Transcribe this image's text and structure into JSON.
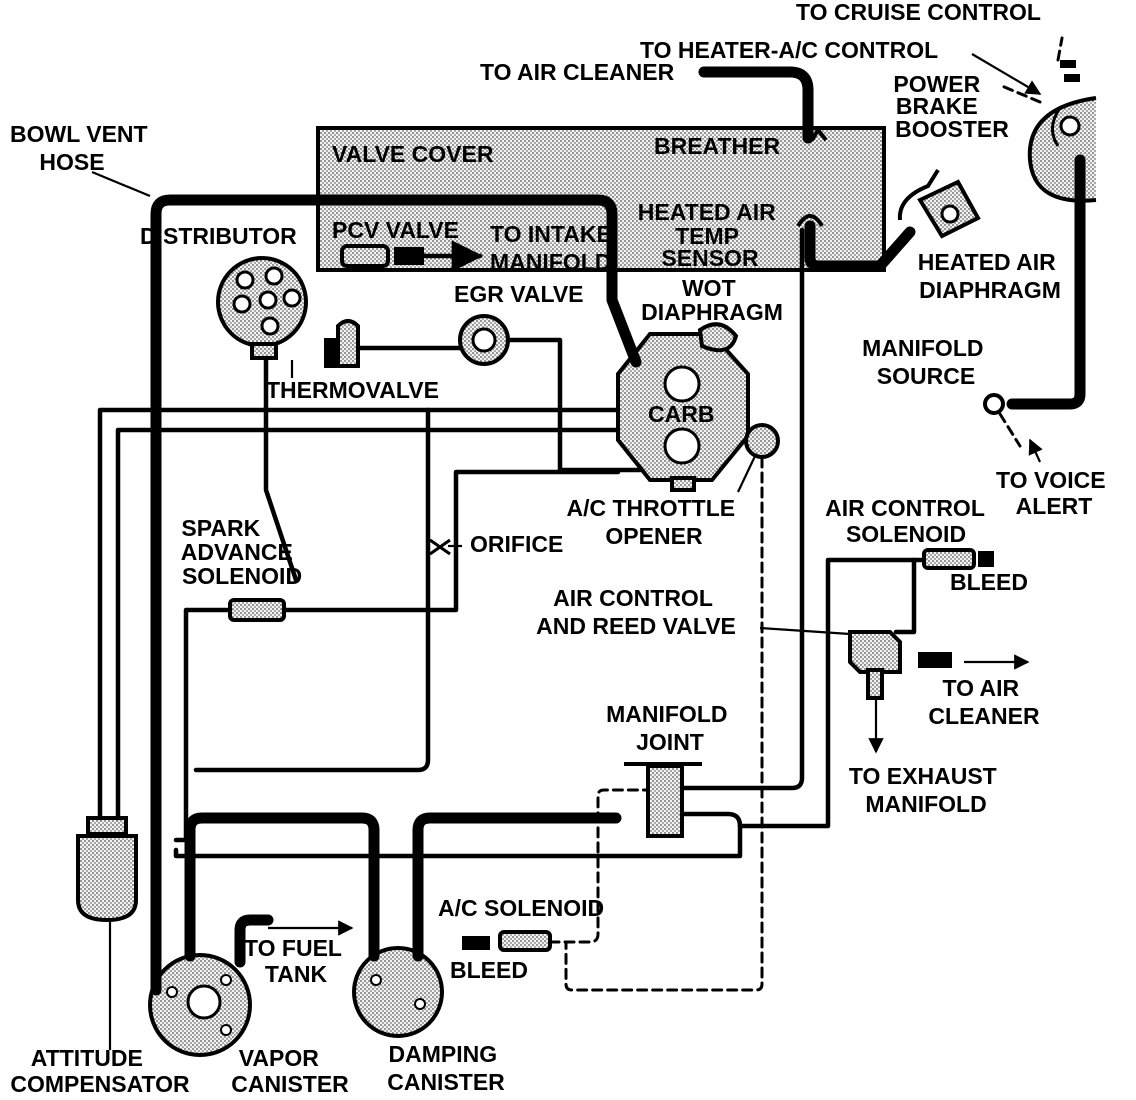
{
  "labels": {
    "to_cruise_control": "TO CRUISE CONTROL",
    "to_heater_ac_control": "TO HEATER-A/C CONTROL",
    "to_air_cleaner_top": "TO AIR CLEANER",
    "power_brake_booster": [
      "POWER",
      "BRAKE",
      "BOOSTER"
    ],
    "bowl_vent_hose": [
      "BOWL VENT",
      "HOSE"
    ],
    "valve_cover": "VALVE COVER",
    "breather": "BREATHER",
    "distributor": "DISTRIBUTOR",
    "pcv_valve": "PCV VALVE",
    "to_intake_manifold": [
      "TO INTAKE",
      "MANIFOLD"
    ],
    "heated_air_temp_sensor": [
      "HEATED AIR",
      "TEMP",
      "SENSOR"
    ],
    "heated_air_diaphragm": [
      "HEATED AIR",
      "DIAPHRAGM"
    ],
    "egr_valve": "EGR VALVE",
    "wot_diaphragm": [
      "WOT",
      "DIAPHRAGM"
    ],
    "manifold_source": [
      "MANIFOLD",
      "SOURCE"
    ],
    "thermovalve": "THERMOVALVE",
    "carb": "CARB",
    "to_voice_alert": [
      "TO VOICE",
      "ALERT"
    ],
    "ac_throttle_opener": [
      "A/C THROTTLE",
      "OPENER"
    ],
    "air_control_solenoid": [
      "AIR CONTROL",
      "SOLENOID"
    ],
    "spark_advance_solenoid": [
      "SPARK",
      "ADVANCE",
      "SOLENOID"
    ],
    "orifice": "ORIFICE",
    "bleed_right": "BLEED",
    "air_control_reed_valve": [
      "AIR CONTROL",
      "AND REED VALVE"
    ],
    "to_air_cleaner_right": [
      "TO AIR",
      "CLEANER"
    ],
    "manifold_joint": [
      "MANIFOLD",
      "JOINT"
    ],
    "to_exhaust_manifold": [
      "TO EXHAUST",
      "MANIFOLD"
    ],
    "ac_solenoid": "A/C SOLENOID",
    "to_fuel_tank": [
      "TO FUEL",
      "TANK"
    ],
    "bleed_bottom": "BLEED",
    "attitude_compensator": [
      "ATTITUDE",
      "COMPENSATOR"
    ],
    "vapor_canister": [
      "VAPOR",
      "CANISTER"
    ],
    "damping_canister": [
      "DAMPING",
      "CANISTER"
    ]
  }
}
